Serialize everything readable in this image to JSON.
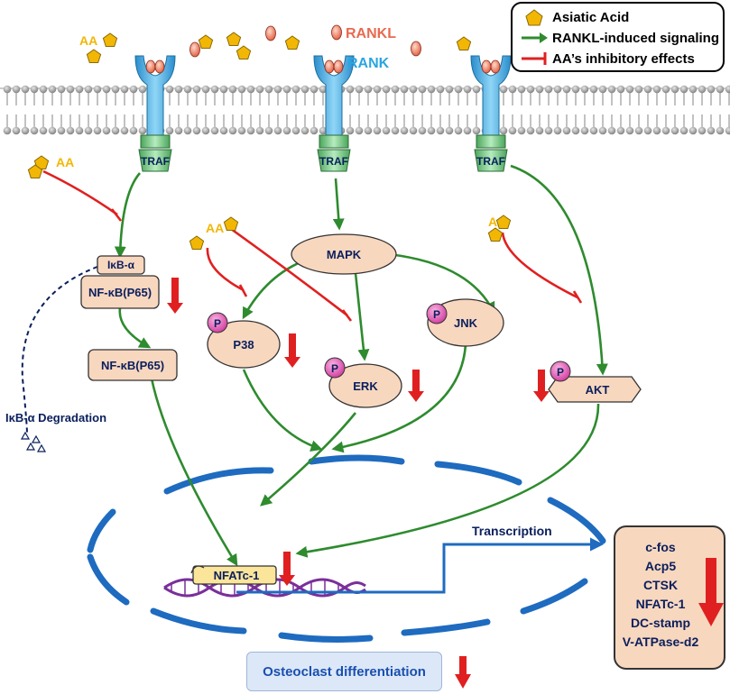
{
  "ligands": {
    "aa_top": "AA",
    "rankl": "RANKL",
    "rank": "RANK",
    "aa_left": "AA",
    "aa_mapk": "AA",
    "aa_akt": "AA"
  },
  "legend": {
    "items": [
      {
        "label": "Asiatic Acid",
        "icon": "pentagon-icon",
        "color": "#f2b705"
      },
      {
        "label": "RANKL-induced signaling",
        "icon": "green-arrow-icon",
        "color": "#2e8b2e"
      },
      {
        "label": "AA’s inhibitory effects",
        "icon": "red-inhibitor-icon",
        "color": "#e02020"
      }
    ]
  },
  "nodes": {
    "traf_1": "TRAF",
    "traf_2": "TRAF",
    "traf_3": "TRAF",
    "ikb": "IκB-α",
    "nfkb_1": "NF-κB(P65)",
    "nfkb_2": "NF-κB(P65)",
    "degradation": "IκB-α Degradation",
    "mapk": "MAPK",
    "p38": "P38",
    "erk": "ERK",
    "jnk": "JNK",
    "akt": "AKT",
    "phospho": "P",
    "nfatc1": "NFATc-1",
    "transcription": "Transcription"
  },
  "genes": [
    "c-fos",
    "Acp5",
    "CTSK",
    "NFATc-1",
    "DC-stamp",
    "V-ATPase-d2"
  ],
  "outcome": "Osteoclast differentiation",
  "colors": {
    "green": "#2e8b2e",
    "red": "#e02020",
    "node_fill": "#f8d7bf",
    "membrane": "#8c8c8c",
    "receptor": "#4cb4e6",
    "traf": "#7fcf8f",
    "aa": "#f2b705",
    "rankl": "#e86a50",
    "nucleus": "#1e6bc0",
    "dna": "#7a2f9a",
    "phospho": "#e04fb0",
    "down_arrow": "#e02020"
  }
}
